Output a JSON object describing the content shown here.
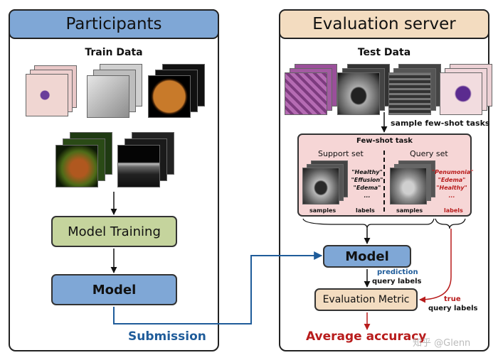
{
  "participants": {
    "title": "Participants",
    "train_data_label": "Train Data",
    "model_training_label": "Model Training",
    "model_label": "Model",
    "submission_label": "Submission"
  },
  "server": {
    "title": "Evaluation server",
    "test_data_label": "Test Data",
    "sample_label": "sample few-shot tasks",
    "fewshot": {
      "title": "Few-shot task",
      "support_label": "Support set",
      "query_label": "Query set",
      "support_classes": [
        "\"Healthy\"",
        "\"Effusion\"",
        "\"Edema\"",
        "..."
      ],
      "query_classes": [
        "\"Penumonia\"",
        "\"Edema\"",
        "\"Healthy\"",
        "..."
      ],
      "samples_label": "samples",
      "labels_label": "labels"
    },
    "model_label": "Model",
    "prediction_label": "prediction",
    "query_labels_label": "query labels",
    "true_label": "true",
    "true_query_labels_label": "query labels",
    "metric_label": "Evaluation Metric",
    "average_label": "Average accuracy",
    "watermark": "知乎 @Glenn"
  },
  "colors": {
    "blue_header": "#7fa7d6",
    "tan_header": "#f3dcc0",
    "green_box": "#c5d49d",
    "blue_box": "#7fa7d6",
    "pink_panel": "#f6d6d6",
    "tan_box": "#f3dcc0",
    "arrow_blue": "#1f5c9a",
    "red": "#b81c1c"
  }
}
